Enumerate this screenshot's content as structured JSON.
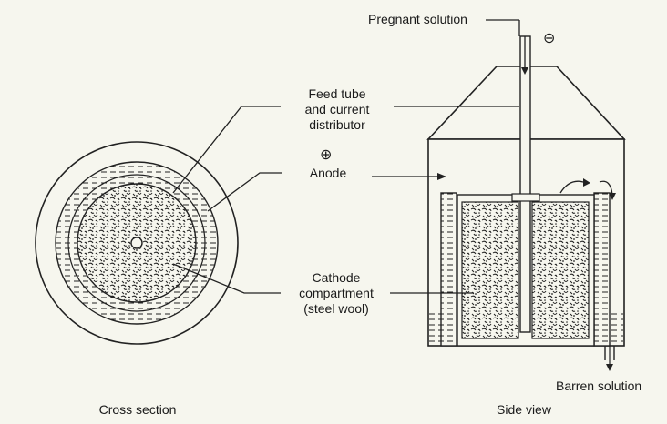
{
  "labels": {
    "pregnant_solution": "Pregnant solution",
    "feed_tube_line1": "Feed tube",
    "feed_tube_line2": "and current",
    "feed_tube_line3": "distributor",
    "anode": "Anode",
    "cathode_line1": "Cathode",
    "cathode_line2": "compartment",
    "cathode_line3": "(steel wool)",
    "barren_solution": "Barren solution",
    "cross_section": "Cross section",
    "side_view": "Side view",
    "anode_sign": "⊕",
    "cathode_sign": "⊖"
  }
}
